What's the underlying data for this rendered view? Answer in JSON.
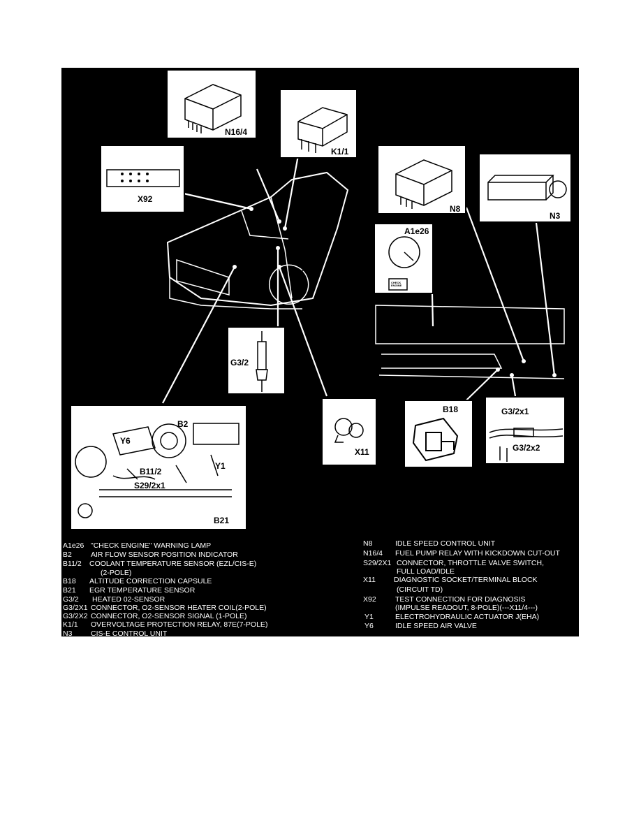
{
  "callouts": {
    "n16_4": "N16/4",
    "k1_1": "K1/1",
    "x92": "X92",
    "n8": "N8",
    "n3": "N3",
    "a1e26": "A1e26",
    "check_engine": "CHECK ENGINE",
    "g3_2": "G3/2",
    "x11": "X11",
    "b18": "B18",
    "g3_2x1": "G3/2x1",
    "g3_2x2": "G3/2x2",
    "b2": "B2",
    "y6": "Y6",
    "b11_2": "B11/2",
    "y1": "Y1",
    "s29_2x1": "S29/2x1",
    "b21": "B21"
  },
  "legend_left": [
    {
      "code": "A1e26",
      "text": "\"CHECK ENGINE\" WARNING LAMP"
    },
    {
      "code": "B2",
      "text": "AIR FLOW SENSOR POSITION INDICATOR"
    },
    {
      "code": "B11/2",
      "text": "COOLANT TEMPERATURE SENSOR (EZL/CIS-E)"
    },
    {
      "code": "",
      "text": "(2-POLE)"
    },
    {
      "code": "B18",
      "text": "ALTITUDE CORRECTION CAPSULE"
    },
    {
      "code": "B21",
      "text": "EGR TEMPERATURE SENSOR"
    },
    {
      "code": "G3/2",
      "text": "HEATED 02-SENSOR"
    },
    {
      "code": "G3/2X1",
      "text": "CONNECTOR, O2-SENSOR HEATER COIL(2-POLE)"
    },
    {
      "code": "G3/2X2",
      "text": "CONNECTOR, O2-SENSOR SIGNAL (1-POLE)"
    },
    {
      "code": "K1/1",
      "text": "OVERVOLTAGE PROTECTION RELAY, 87E(7-POLE)"
    },
    {
      "code": "N3",
      "text": "CIS-E CONTROL UNIT"
    }
  ],
  "legend_right": [
    {
      "code": "N8",
      "text": "IDLE SPEED CONTROL UNIT"
    },
    {
      "code": "N16/4",
      "text": "FUEL PUMP RELAY WITH KICKDOWN CUT-OUT"
    },
    {
      "code": "S29/2X1",
      "text": "CONNECTOR, THROTTLE VALVE SWITCH,"
    },
    {
      "code": "",
      "text": "FULL LOAD/IDLE"
    },
    {
      "code": "X11",
      "text": "DIAGNOSTIC SOCKET/TERMINAL BLOCK"
    },
    {
      "code": "",
      "text": "(CIRCUIT TD)"
    },
    {
      "code": "X92",
      "text": "TEST CONNECTION FOR DIAGNOSIS"
    },
    {
      "code": "",
      "text": "(IMPULSE READOUT, 8-POLE)(---X11/4---)"
    },
    {
      "code": "Y1",
      "text": "ELECTROHYDRAULIC ACTUATOR J(EHA)"
    },
    {
      "code": "Y6",
      "text": "IDLE SPEED AIR VALVE"
    }
  ]
}
